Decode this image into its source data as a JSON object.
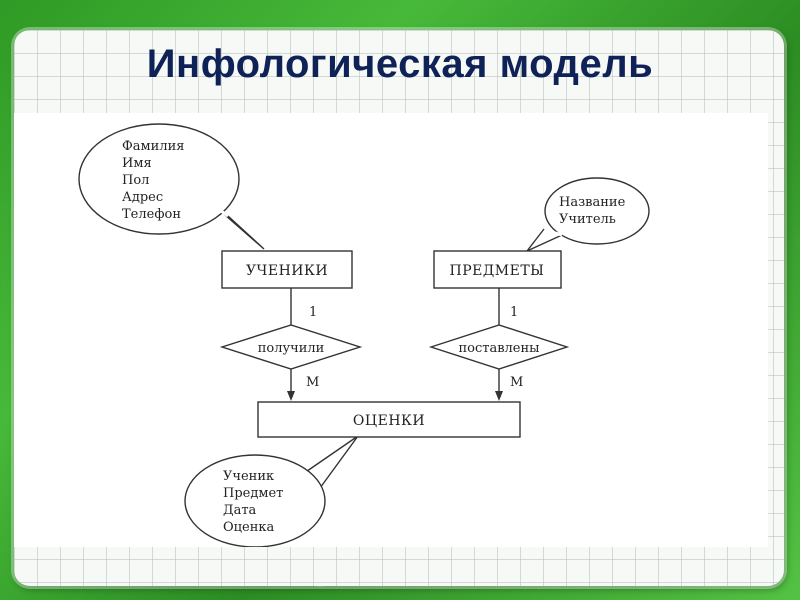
{
  "title": "Инфологическая модель",
  "entities": {
    "students": "УЧЕНИКИ",
    "subjects": "ПРЕДМЕТЫ",
    "grades": "ОЦЕНКИ"
  },
  "relations": {
    "received": "получили",
    "assigned": "поставлены"
  },
  "cardinality": {
    "students_one": "1",
    "students_many": "М",
    "subjects_one": "1",
    "subjects_many": "М"
  },
  "attributes": {
    "students": [
      "Фамилия",
      "Имя",
      "Пол",
      "Адрес",
      "Телефон"
    ],
    "subjects": [
      "Название",
      "Учитель"
    ],
    "grades": [
      "Ученик",
      "Предмет",
      "Дата",
      "Оценка"
    ]
  }
}
